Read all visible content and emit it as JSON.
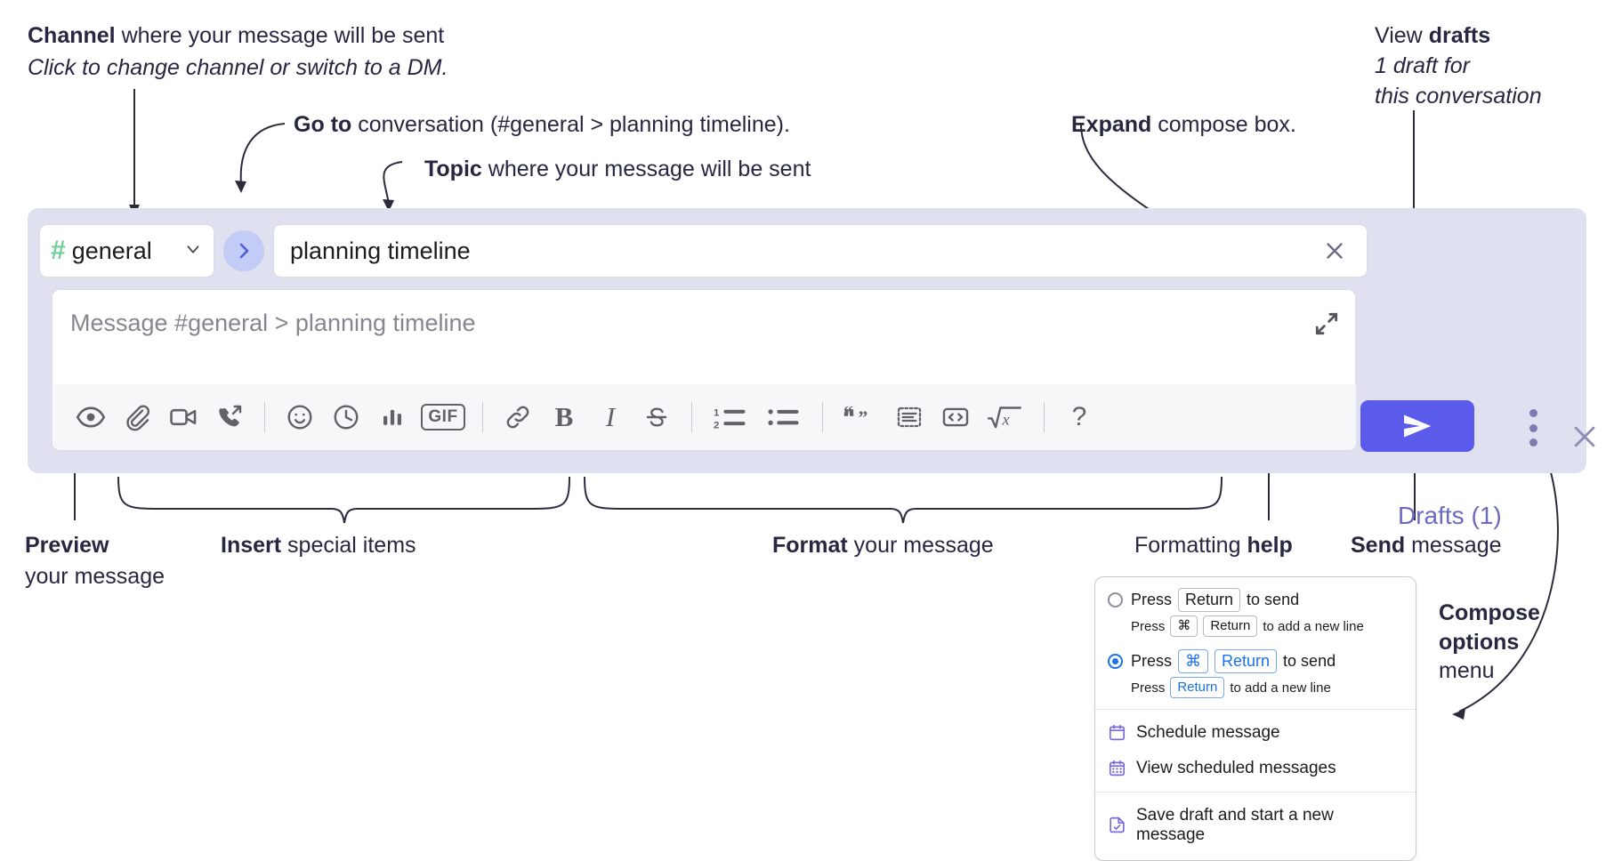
{
  "annotations": {
    "channel": {
      "strong": "Channel",
      "rest": " where your message will be sent",
      "italic": "Click to change channel or switch to a DM."
    },
    "goto": {
      "strong": "Go to",
      "rest": " conversation (#general > planning timeline)."
    },
    "topic": {
      "strong": "Topic",
      "rest": " where your message will be sent"
    },
    "expand": {
      "strong": "Expand",
      "rest": " compose box."
    },
    "drafts": {
      "strong_pre": "View ",
      "strong": "drafts",
      "italic_1": "1 draft for",
      "italic_2": "this conversation"
    },
    "preview": {
      "strong": "Preview",
      "rest": "your message"
    },
    "insert": {
      "strong": "Insert",
      "rest": " special items"
    },
    "format": {
      "strong": "Format",
      "rest": " your message"
    },
    "help": {
      "pre": "Formatting ",
      "strong": "help"
    },
    "send": {
      "strong": "Send",
      "rest": " message"
    },
    "compose_options": {
      "line1": "Compose",
      "line2": "options",
      "line3": "menu"
    }
  },
  "compose": {
    "channel": {
      "hash": "#",
      "name": "general",
      "chevron": "chevron-down"
    },
    "go_button": "go-to-conversation",
    "topic": {
      "value": "planning timeline",
      "clear": "clear-topic"
    },
    "message_input": {
      "placeholder": "Message #general > planning timeline",
      "value": ""
    },
    "expand_label": "expand-compose-box",
    "drafts_label": "Drafts (1)",
    "close_label": "close-compose",
    "send_label": "send-message",
    "more_label": "compose-options",
    "toolbar": [
      {
        "name": "preview-icon",
        "label": "Preview"
      },
      {
        "name": "attachment-icon",
        "label": "Attach file"
      },
      {
        "name": "video-icon",
        "label": "Record video clip"
      },
      {
        "name": "audio-call-icon",
        "label": "Record audio clip"
      },
      {
        "sep": true
      },
      {
        "name": "emoji-icon",
        "label": "Emoji"
      },
      {
        "name": "clock-icon",
        "label": "Reminder"
      },
      {
        "name": "poll-icon",
        "label": "Poll"
      },
      {
        "name": "gif-icon",
        "label": "GIF"
      },
      {
        "sep": true
      },
      {
        "name": "link-icon",
        "label": "Link"
      },
      {
        "name": "bold-icon",
        "label": "Bold"
      },
      {
        "name": "italic-icon",
        "label": "Italic"
      },
      {
        "name": "strikethrough-icon",
        "label": "Strikethrough"
      },
      {
        "sep": true
      },
      {
        "name": "ordered-list-icon",
        "label": "Ordered list"
      },
      {
        "name": "bulleted-list-icon",
        "label": "Bulleted list"
      },
      {
        "sep": true
      },
      {
        "name": "blockquote-icon",
        "label": "Blockquote"
      },
      {
        "name": "code-block-icon",
        "label": "Code block"
      },
      {
        "name": "code-icon",
        "label": "Code"
      },
      {
        "name": "math-icon",
        "label": "Math"
      },
      {
        "sep": true
      },
      {
        "name": "help-icon",
        "label": "Formatting help"
      }
    ],
    "gif_text": "GIF",
    "bold_text": "B",
    "italic_text": "I",
    "help_text": "?"
  },
  "menu": {
    "option_1": {
      "press": "Press",
      "key": "Return",
      "to_send": "to send",
      "sub_press": "Press",
      "sub_key_1": "⌘",
      "sub_key_2": "Return",
      "sub_rest": "to add a new line",
      "selected": false
    },
    "option_2": {
      "press": "Press",
      "key_1": "⌘",
      "key_2": "Return",
      "to_send": "to send",
      "sub_press": "Press",
      "sub_key": "Return",
      "sub_rest": "to add a new line",
      "selected": true
    },
    "items": [
      {
        "icon": "calendar-icon",
        "label": "Schedule message"
      },
      {
        "icon": "calendar-list-icon",
        "label": "View scheduled messages"
      },
      {
        "icon": "save-draft-icon",
        "label": "Save draft and start a new message"
      }
    ]
  },
  "colors": {
    "panel_bg": "#dfe0f0",
    "send_button": "#5a5aeb",
    "hash_green": "#6fcf97",
    "go_button": "#c3cbf7",
    "drafts_text": "#6a6ac0",
    "key_blue": "#1a72e8",
    "menu_icon_purple": "#7b68d8"
  }
}
